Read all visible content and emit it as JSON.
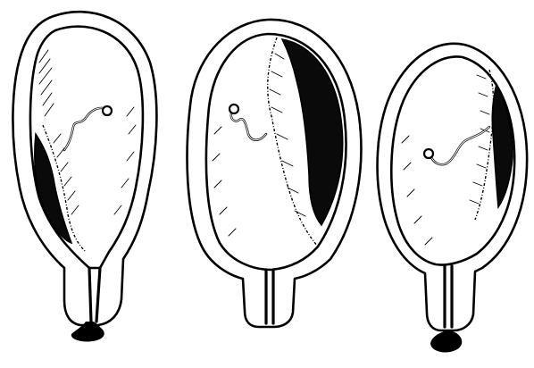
{
  "figure": {
    "panels": [
      {
        "id": "left",
        "bleeding": "external",
        "dark_region": "lower-left"
      },
      {
        "id": "middle",
        "bleeding": "concealed",
        "dark_region": "right"
      },
      {
        "id": "right",
        "bleeding": "external",
        "dark_region": "upper-right"
      }
    ],
    "colors": {
      "ink": "#000000",
      "paper": "#ffffff"
    }
  }
}
